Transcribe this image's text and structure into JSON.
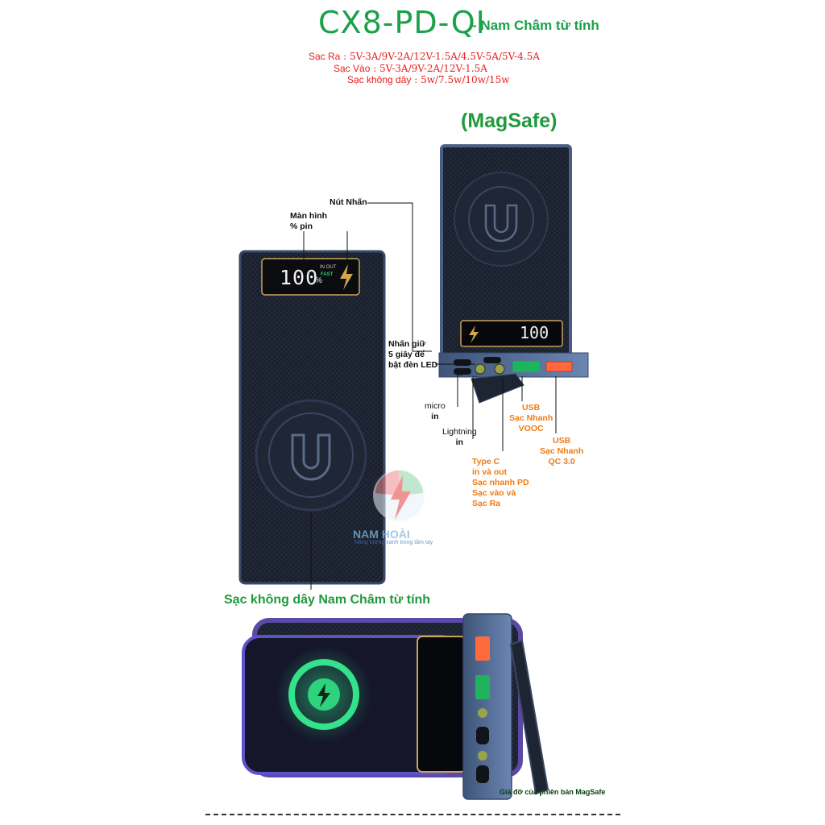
{
  "header": {
    "model": "CX8-PD-QI",
    "subtitle": "- Nam Châm từ tính"
  },
  "specs": [
    {
      "label": "Sạc Ra",
      "value": "5V-3A/9V-2A/12V-1.5A/4.5V-5A/5V-4.5A"
    },
    {
      "label": "Sạc Vào",
      "value": "5V-3A/9V-2A/12V-1.5A"
    },
    {
      "label": "Sạc không dây",
      "value": "5w/7.5w/10w/15w"
    }
  ],
  "magsafe_label": "(MagSafe)",
  "callouts": {
    "button": "Nút Nhấn",
    "screen_line1": "Màn hình",
    "screen_line2": "% pin",
    "hold_line1": "Nhấn giữ",
    "hold_line2": "5 giây để",
    "hold_line3": "bật đèn LED",
    "micro_line1": "micro",
    "micro_line2": "in",
    "lightning_line1": "Lightning",
    "lightning_line2": "in",
    "typec_line1": "Type C",
    "typec_line2": "in và out",
    "typec_line3": "Sạc nhanh PD",
    "typec_line4": "Sạc vào và",
    "typec_line5": "Sạc Ra",
    "vooc_line1": "USB",
    "vooc_line2": "Sạc Nhanh",
    "vooc_line3": "VOOC",
    "qc_line1": "USB",
    "qc_line2": "Sạc Nhanh",
    "qc_line3": "QC 3.0"
  },
  "display": {
    "percent": "100",
    "percent_sign": "%",
    "in_out": "IN OUT",
    "fast": "FAST"
  },
  "watermark": {
    "brand": "NAM HOÀI",
    "slogan": "Năng lượng xanh trong tầm tay"
  },
  "wireless_caption": "Sạc không dây Nam Châm từ tính",
  "stand_caption": "Giá đỡ của phiên bản MagSafe",
  "colors": {
    "title_green": "#1aa14a",
    "spec_red": "#e52020",
    "callout_orange": "#f07a12",
    "body_dark": "#1c2230",
    "frame_blue": "#4f6a96",
    "ring_green": "#33e28a"
  }
}
